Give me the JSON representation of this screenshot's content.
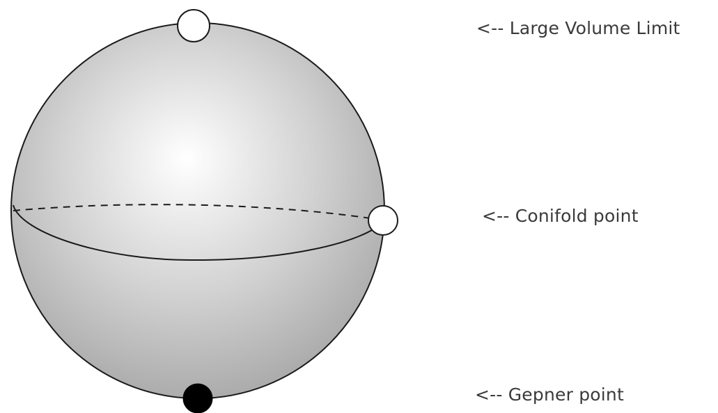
{
  "labels": {
    "large_volume_limit": "<-- Large Volume Limit",
    "conifold_point": "<-- Conifold point",
    "gepner_point": "<-- Gepner point"
  },
  "colors": {
    "sphere_light": "#ffffff",
    "sphere_dark": "#a9a9a9",
    "outline": "#1a1a1a",
    "open_marker_fill": "#ffffff",
    "filled_marker_fill": "#000000",
    "label_text": "#3a3a3a"
  },
  "markers": {
    "large_volume_limit": "open-circle",
    "conifold_point": "open-circle",
    "gepner_point": "filled-circle"
  }
}
